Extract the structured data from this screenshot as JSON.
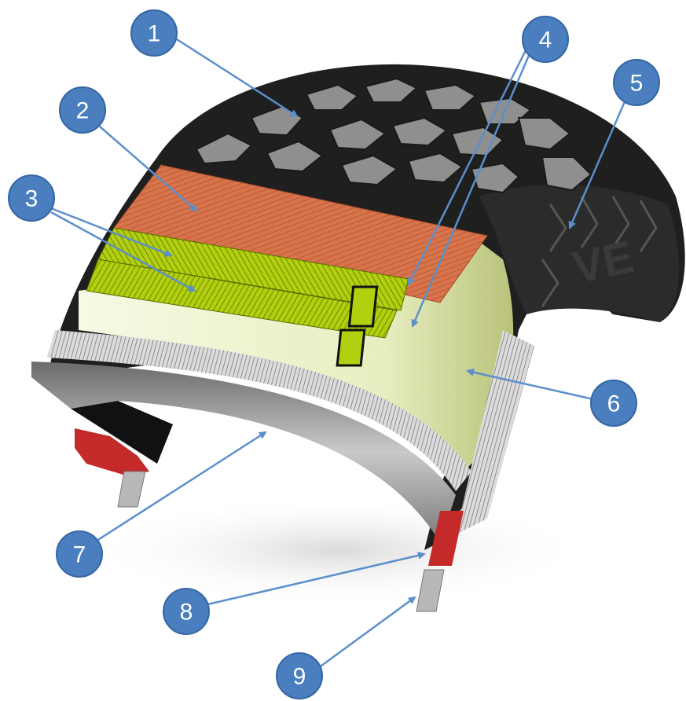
{
  "diagram": {
    "subject": "tire-cross-section",
    "callout_color": "#4a7ebf",
    "callout_border": "#3566a3",
    "leader_color": "#5b8fcc",
    "sidewall_text": "VE",
    "callouts": [
      {
        "id": "1",
        "label": "1"
      },
      {
        "id": "2",
        "label": "2"
      },
      {
        "id": "3",
        "label": "3"
      },
      {
        "id": "4",
        "label": "4"
      },
      {
        "id": "5",
        "label": "5"
      },
      {
        "id": "6",
        "label": "6"
      },
      {
        "id": "7",
        "label": "7"
      },
      {
        "id": "8",
        "label": "8"
      },
      {
        "id": "9",
        "label": "9"
      }
    ],
    "colors": {
      "tread": "#1f1f1f",
      "tread_block": "#8a8a8a",
      "belt_orange": "#d8744c",
      "belt_green": "#a6c40e",
      "carcass_cream": "#eef2c8",
      "liner": "#3a3a3a",
      "bead_red": "#c42a2a",
      "bead_wire": "#b8b8b8"
    }
  }
}
